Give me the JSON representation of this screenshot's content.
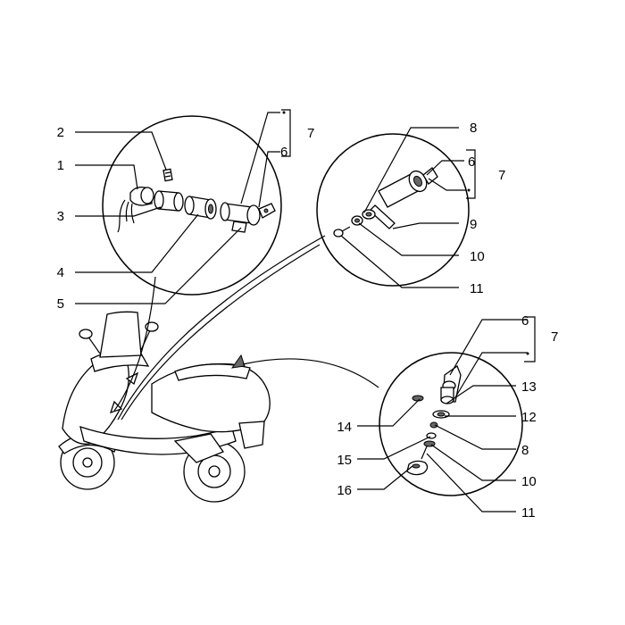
{
  "diagram": {
    "callouts": {
      "c1": "1",
      "c2": "2",
      "c3": "3",
      "c4": "4",
      "c5": "5",
      "c6a": "6",
      "c7a": "7",
      "c8a": "8",
      "c6b": "6",
      "c7b": "7",
      "c9": "9",
      "c10a": "10",
      "c11a": "11",
      "c6c": "6",
      "c7c": "7",
      "c13": "13",
      "c12": "12",
      "c14": "14",
      "c8b": "8",
      "c15": "15",
      "c10b": "10",
      "c16": "16",
      "c11b": "11"
    }
  }
}
